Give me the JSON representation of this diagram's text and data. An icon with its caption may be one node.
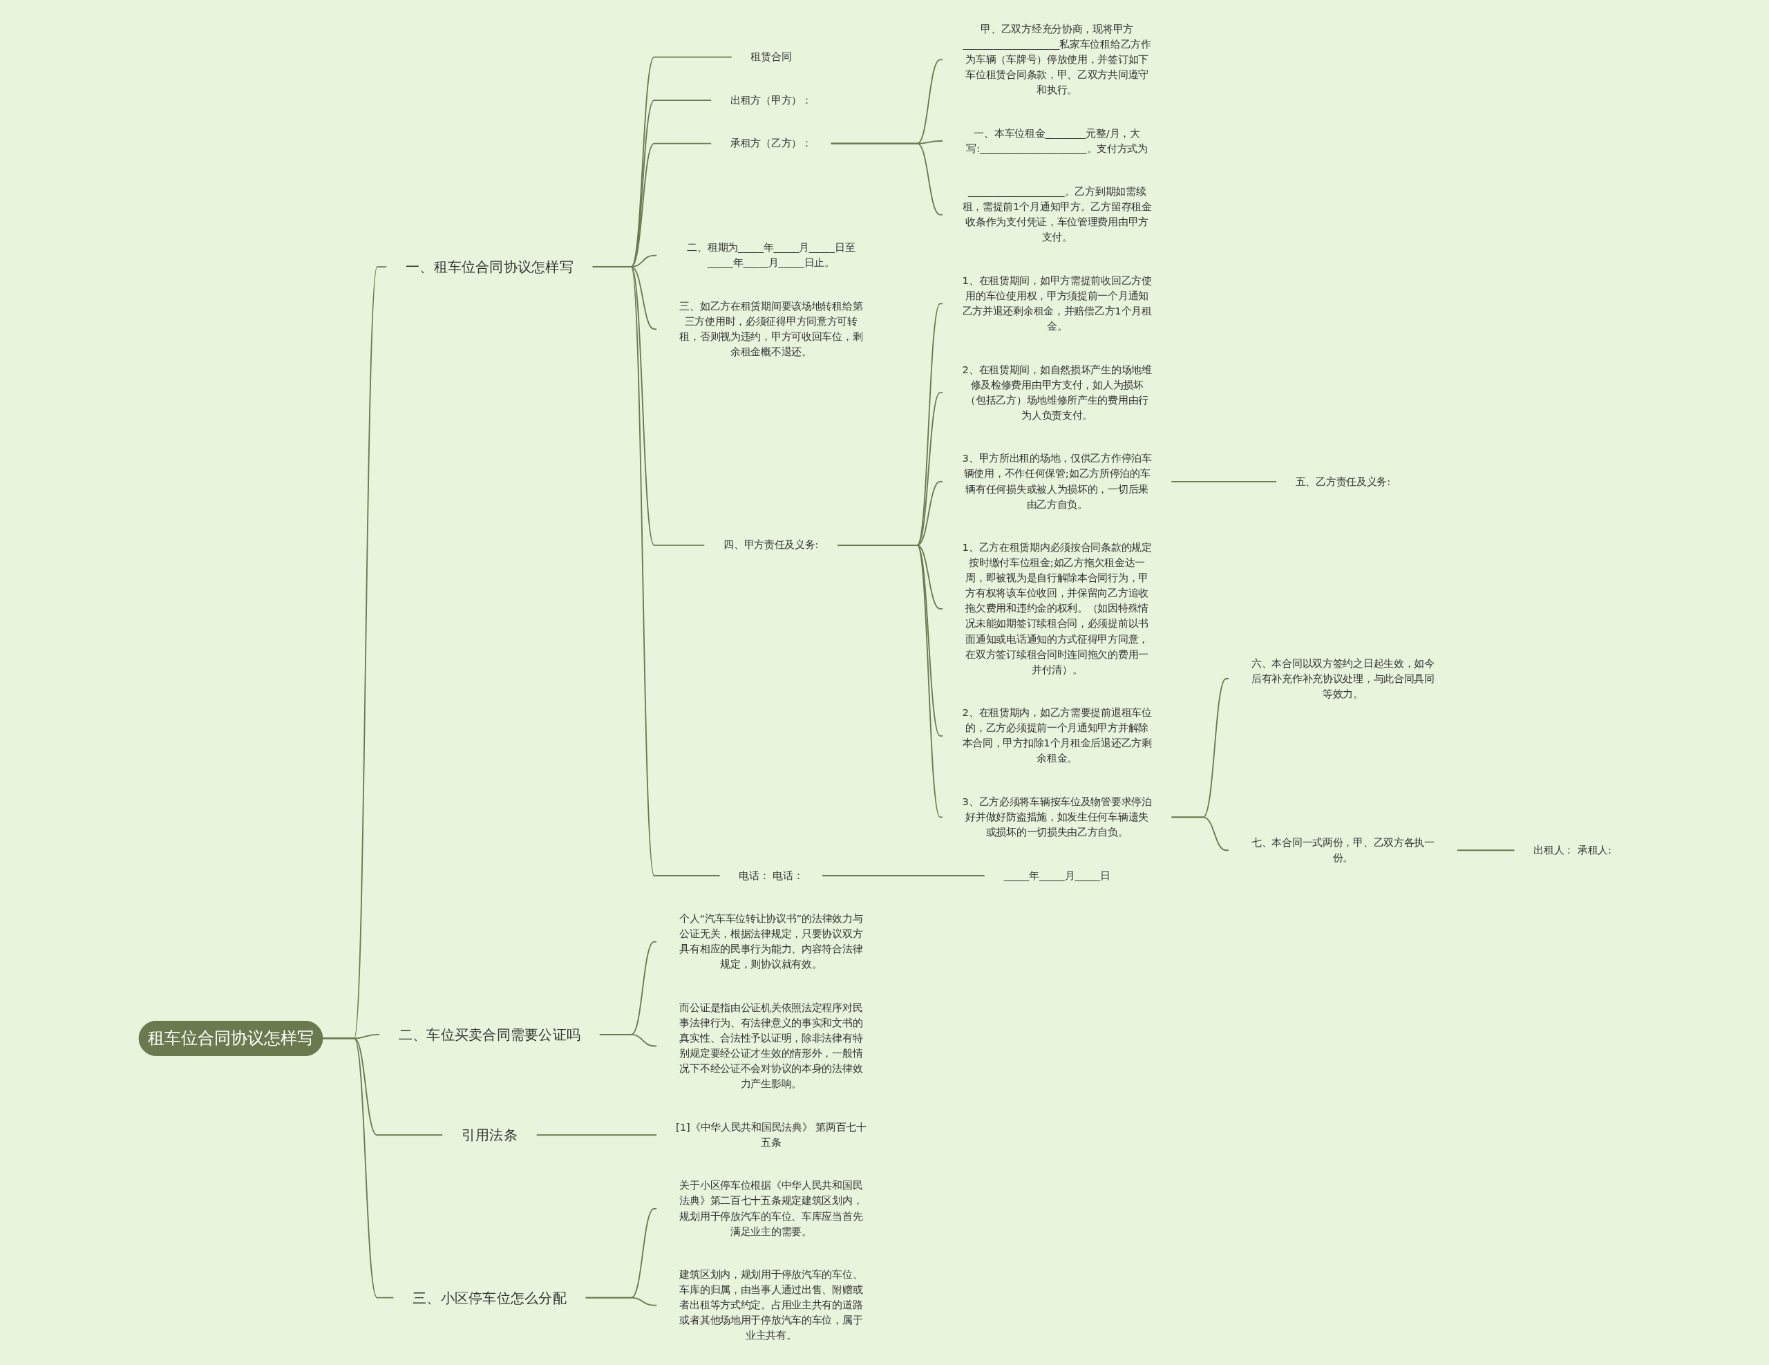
{
  "diagram": {
    "nodes": [
      {
        "text": [
          "租车位合同协议怎样写"
        ]
      },
      {
        "text": [
          "一、租车位合同协议怎样写"
        ]
      },
      {
        "text": [
          "租赁合同"
        ]
      },
      {
        "text": [
          "出租方（甲方）："
        ]
      },
      {
        "text": [
          "承租方（乙方）："
        ]
      },
      {
        "text": [
          "甲、乙双方经充分协商，现将甲方___________________私家车位租给乙方作为车辆（车牌号）停放使用，并签订如下车位租赁合同条款，甲、乙双方共同遵守和执行。"
        ]
      },
      {
        "text": [
          "一、本车位租金________元整/月，大写:_____________________。支付方式为"
        ]
      },
      {
        "text": [
          "___________________。乙方到期如需续租，需提前1个月通知甲方。乙方留存租金收条作为支付凭证，车位管理费用由甲方支付。"
        ]
      },
      {
        "text": [
          "二、租期为_____年_____月_____日至_____年_____月_____日止。"
        ]
      },
      {
        "text": [
          "三、如乙方在租赁期间要该场地转租给第三方使用时，必须征得甲方同意方可转租，否则视为违约，甲方可收回车位，剩余租金概不退还。"
        ]
      },
      {
        "text": [
          "四、甲方责任及义务:"
        ]
      },
      {
        "text": [
          "1、在租赁期间，如甲方需提前收回乙方使用的车位使用权，甲方须提前一个月通知乙方并退还剩余租金，并赔偿乙方1个月租金。"
        ]
      },
      {
        "text": [
          "2、在租赁期间，如自然损坏产生的场地维修及检修费用由甲方支付，如人为损坏（包括乙方）场地维修所产生的费用由行为人负责支付。"
        ]
      },
      {
        "text": [
          "3、甲方所出租的场地，仅供乙方作停泊车辆使用，不作任何保管;如乙方所停泊的车辆有任何损失或被人为损坏的，一切后果由乙方自负。"
        ]
      },
      {
        "text": [
          "五、乙方责任及义务:"
        ]
      },
      {
        "text": [
          "1、乙方在租赁期内必须按合同条款的规定按时缴付车位租金;如乙方拖欠租金达一周，即被视为是自行解除本合同行为，甲方有权将该车位收回，并保留向乙方追收拖欠费用和违约金的权利。（如因特殊情况未能如期签订续租合同，必须提前以书面通知或电话通知的方式征得甲方同意，在双方签订续租合同时连同拖欠的费用一并付清）。"
        ]
      },
      {
        "text": [
          "2、在租赁期内，如乙方需要提前退租车位的，乙方必须提前一个月通知甲方并解除本合同，甲方扣除1个月租金后退还乙方剩余租金。"
        ]
      },
      {
        "text": [
          "3、乙方必须将车辆按车位及物管要求停泊好并做好防盗措施，如发生任何车辆遗失或损坏的一切损失由乙方自负。"
        ]
      },
      {
        "text": [
          "六、本合同以双方签约之日起生效，如今后有补充作补充协议处理，与此合同具同等效力。"
        ]
      },
      {
        "text": [
          "七、本合同一式两份，甲、乙双方各执一份。"
        ]
      },
      {
        "text": [
          "出租人： 承租人:"
        ]
      },
      {
        "text": [
          "电话： 电话："
        ]
      },
      {
        "text": [
          "_____年_____月_____日"
        ]
      },
      {
        "text": [
          "二、车位买卖合同需要公证吗"
        ]
      },
      {
        "text": [
          "个人“汽车车位转让协议书”的法律效力与公证无关，根据法律规定，只要协议双方具有相应的民事行为能力、内容符合法律规定，则协议就有效。"
        ]
      },
      {
        "text": [
          "而公证是指由公证机关依照法定程序对民事法律行为、有法律意义的事实和文书的真实性、合法性予以证明，除非法律有特别规定要经公证才生效的情形外，一般情况下不经公证不会对协议的本身的法律效力产生影响。"
        ]
      },
      {
        "text": [
          "引用法条"
        ]
      },
      {
        "text": [
          "[1]《中华人民共和国民法典》 第两百七十五条"
        ]
      },
      {
        "text": [
          "三、小区停车位怎么分配"
        ]
      },
      {
        "text": [
          "关于小区停车位根据《中华人民共和国民法典》第二百七十五条规定建筑区划内，规划用于停放汽车的车位、车库应当首先满足业主的需要。"
        ]
      },
      {
        "text": [
          "建筑区划内，规划用于停放汽车的车位、车库的归属，由当事人通过出售、附赠或者出租等方式约定。占用业主共有的道路或者其他场地用于停放汽车的车位，属于业主共有。"
        ]
      }
    ],
    "edges": [
      {
        "from": 0,
        "to": 1,
        "arrow": "none"
      },
      {
        "from": 1,
        "to": 2,
        "arrow": "none"
      },
      {
        "from": 1,
        "to": 3,
        "arrow": "none"
      },
      {
        "from": 1,
        "to": 4,
        "arrow": "none"
      },
      {
        "from": 4,
        "to": 5,
        "arrow": "none"
      },
      {
        "from": 4,
        "to": 6,
        "arrow": "none"
      },
      {
        "from": 4,
        "to": 7,
        "arrow": "none"
      },
      {
        "from": 1,
        "to": 8,
        "arrow": "none"
      },
      {
        "from": 1,
        "to": 9,
        "arrow": "none"
      },
      {
        "from": 1,
        "to": 10,
        "arrow": "none"
      },
      {
        "from": 10,
        "to": 11,
        "arrow": "none"
      },
      {
        "from": 10,
        "to": 12,
        "arrow": "none"
      },
      {
        "from": 10,
        "to": 13,
        "arrow": "none"
      },
      {
        "from": 13,
        "to": 14,
        "arrow": "none"
      },
      {
        "from": 10,
        "to": 15,
        "arrow": "none"
      },
      {
        "from": 10,
        "to": 16,
        "arrow": "none"
      },
      {
        "from": 10,
        "to": 17,
        "arrow": "none"
      },
      {
        "from": 17,
        "to": 18,
        "arrow": "none"
      },
      {
        "from": 17,
        "to": 19,
        "arrow": "none"
      },
      {
        "from": 19,
        "to": 20,
        "arrow": "none"
      },
      {
        "from": 1,
        "to": 21,
        "arrow": "none"
      },
      {
        "from": 21,
        "to": 22,
        "arrow": "none"
      },
      {
        "from": 0,
        "to": 23,
        "arrow": "none"
      },
      {
        "from": 23,
        "to": 24,
        "arrow": "none"
      },
      {
        "from": 23,
        "to": 25,
        "arrow": "none"
      },
      {
        "from": 0,
        "to": 26,
        "arrow": "none"
      },
      {
        "from": 26,
        "to": 27,
        "arrow": "none"
      },
      {
        "from": 0,
        "to": 28,
        "arrow": "none"
      },
      {
        "from": 28,
        "to": 29,
        "arrow": "none"
      },
      {
        "from": 28,
        "to": 30,
        "arrow": "none"
      }
    ]
  }
}
